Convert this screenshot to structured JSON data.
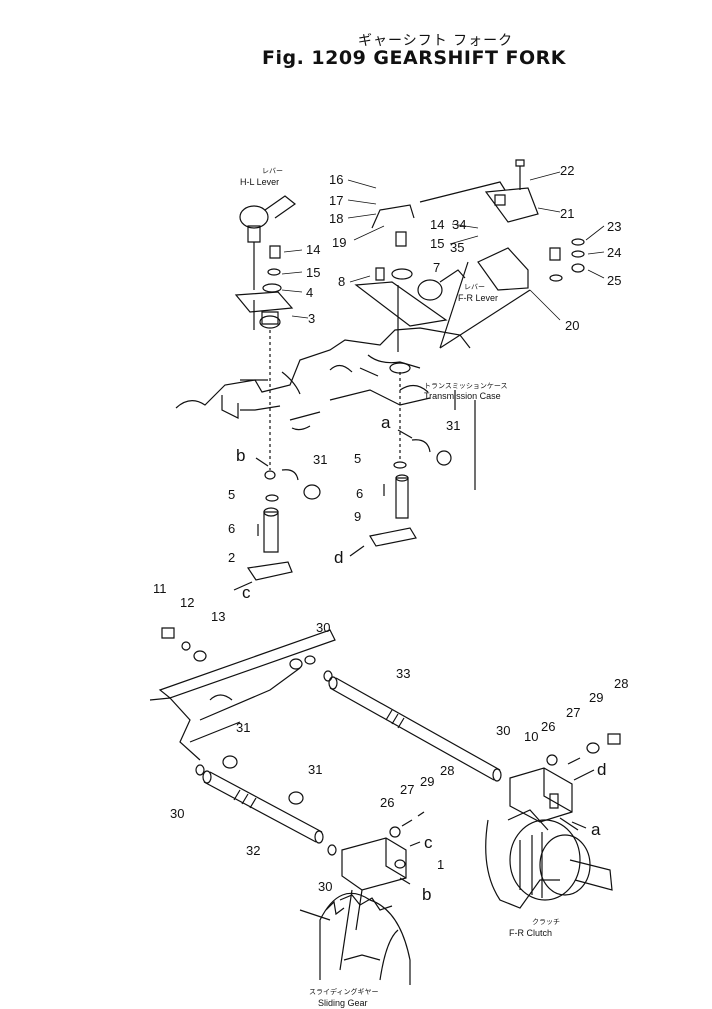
{
  "title": {
    "japanese": "ギャーシフト フォーク",
    "figure": "Fig. 1209 GEARSHIFT FORK"
  },
  "labels": {
    "hl_lever_jp": "レバー",
    "hl_lever_en": "H-L Lever",
    "fr_lever_jp": "レバー",
    "fr_lever_en": "F-R Lever",
    "transmission_case_jp": "トランスミッションケース",
    "transmission_case_en": "Transmission Case",
    "fr_clutch_jp": "クラッチ",
    "fr_clutch_en": "F-R Clutch",
    "sliding_gear_jp": "スライディングギヤー",
    "sliding_gear_en": "Sliding Gear"
  },
  "callouts": [
    "16",
    "17",
    "18",
    "19",
    "22",
    "21",
    "14",
    "34",
    "15",
    "35",
    "23",
    "24",
    "25",
    "14",
    "15",
    "4",
    "3",
    "8",
    "7",
    "20",
    "31",
    "5",
    "6",
    "9",
    "b",
    "31",
    "5",
    "6",
    "2",
    "a",
    "c",
    "d",
    "11",
    "12",
    "13",
    "30",
    "33",
    "31",
    "31",
    "30",
    "32",
    "26",
    "27",
    "29",
    "28",
    "1",
    "c",
    "b",
    "30",
    "30",
    "10",
    "26",
    "27",
    "29",
    "28",
    "d",
    "a"
  ],
  "colors": {
    "ink": "#111111",
    "paper": "#ffffff"
  }
}
